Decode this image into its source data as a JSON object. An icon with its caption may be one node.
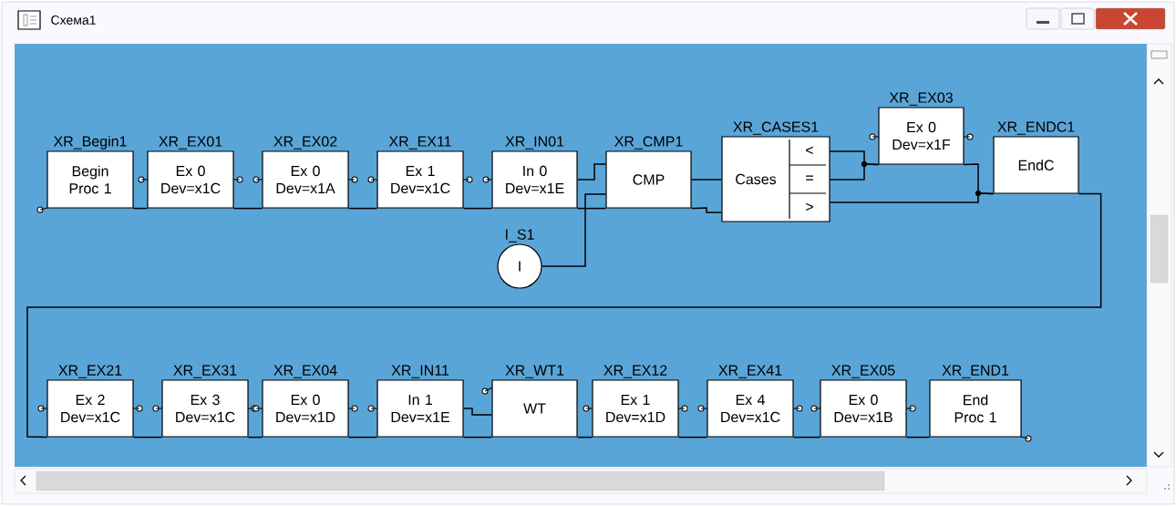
{
  "diagram": {
    "title": "Схема1",
    "nodes": [
      {
        "text": [
          "XR_Begin1",
          "Begin Proc 1"
        ]
      },
      {
        "text": [
          "XR_EX01",
          "Ex 0 Dev=x1C"
        ]
      },
      {
        "text": [
          "XR_EX02",
          "Ex 0 Dev=x1A"
        ]
      },
      {
        "text": [
          "XR_EX11",
          "Ex 1 Dev=x1C"
        ]
      },
      {
        "text": [
          "XR_IN01",
          "In 0 Dev=x1E"
        ]
      },
      {
        "text": [
          "XR_CMP1",
          "CMP"
        ]
      },
      {
        "text": [
          "XR_CASES1",
          "Cases",
          "<",
          "=",
          ">"
        ]
      },
      {
        "text": [
          "XR_EX03",
          "Ex 0 Dev=x1F"
        ]
      },
      {
        "text": [
          "XR_ENDC1",
          "EndC"
        ]
      },
      {
        "text": [
          "I_S1",
          "I"
        ]
      },
      {
        "text": [
          "XR_EX21",
          "Ex 2 Dev=x1C"
        ]
      },
      {
        "text": [
          "XR_EX31",
          "Ex 3 Dev=x1C"
        ]
      },
      {
        "text": [
          "XR_EX04",
          "Ex 0 Dev=x1D"
        ]
      },
      {
        "text": [
          "XR_IN11",
          "In 1 Dev=x1E"
        ]
      },
      {
        "text": [
          "XR_WT1",
          "WT"
        ]
      },
      {
        "text": [
          "XR_EX12",
          "Ex 1 Dev=x1D"
        ]
      },
      {
        "text": [
          "XR_EX41",
          "Ex 4 Dev=x1C"
        ]
      },
      {
        "text": [
          "XR_EX05",
          "Ex 0 Dev=x1B"
        ]
      },
      {
        "text": [
          "XR_END1",
          "End Proc 1"
        ]
      }
    ],
    "edges": [
      {
        "from": 0,
        "to": 1,
        "arrow": "none"
      },
      {
        "from": 1,
        "to": 2,
        "arrow": "none"
      },
      {
        "from": 2,
        "to": 3,
        "arrow": "none"
      },
      {
        "from": 3,
        "to": 4,
        "arrow": "none"
      },
      {
        "from": 4,
        "to": 5,
        "arrow": "none"
      },
      {
        "from": 4,
        "to": 5,
        "arrow": "none"
      },
      {
        "from": 9,
        "to": 5,
        "arrow": "none"
      },
      {
        "from": 5,
        "to": 6,
        "arrow": "none"
      },
      {
        "from": 5,
        "to": 6,
        "arrow": "none"
      },
      {
        "from": 6,
        "to": 7,
        "arrow": "none"
      },
      {
        "from": 6,
        "to": 7,
        "arrow": "none"
      },
      {
        "from": 7,
        "to": 8,
        "arrow": "none"
      },
      {
        "from": 6,
        "to": 8,
        "arrow": "none"
      },
      {
        "from": 8,
        "to": 10,
        "arrow": "none"
      },
      {
        "from": 10,
        "to": 11,
        "arrow": "none"
      },
      {
        "from": 11,
        "to": 12,
        "arrow": "none"
      },
      {
        "from": 12,
        "to": 13,
        "arrow": "none"
      },
      {
        "from": 13,
        "to": 14,
        "arrow": "none"
      },
      {
        "from": 13,
        "to": 14,
        "arrow": "none"
      },
      {
        "from": 14,
        "to": 15,
        "arrow": "none"
      },
      {
        "from": 15,
        "to": 16,
        "arrow": "none"
      },
      {
        "from": 16,
        "to": 17,
        "arrow": "none"
      },
      {
        "from": 17,
        "to": 18,
        "arrow": "none"
      }
    ]
  }
}
